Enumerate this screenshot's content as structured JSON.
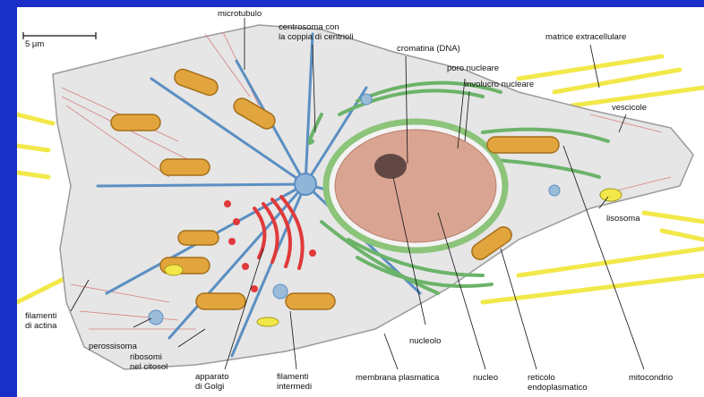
{
  "scale_bar": {
    "label": "5 µm"
  },
  "labels": {
    "microtubulo": "microtubulo",
    "centrosoma": "centrosoma con\nla coppia di centrioli",
    "cromatina": "cromatina (DNA)",
    "matrice": "matrice extracellulare",
    "poro": "poro nucleare",
    "involucro": "involucro nucleare",
    "vescicole": "vescicole",
    "lisosoma": "lisosoma",
    "filamenti_actina": "filamenti\ndi actina",
    "perossisoma": "perossisoma",
    "ribosomi": "ribosomi\nnel citosol",
    "golgi": "apparato\ndi Golgi",
    "filamenti_intermedi": "filamenti\nintermedi",
    "membrana": "membrana plasmatica",
    "nucleolo": "nucleolo",
    "nucleo": "nucleo",
    "reticolo": "reticolo\nendoplasmatico",
    "mitocondrio": "mitocondrio"
  },
  "colors": {
    "background": "#1a2fc8",
    "cytoplasm": "#e6e6e6",
    "nucleus": "#d9a592",
    "envelope": "#8cc47a",
    "mitochondria": "#e2a43c",
    "golgi": "#e03a3a",
    "microtubule": "#5b8fc2",
    "extracellular_matrix": "#f2e84a"
  }
}
